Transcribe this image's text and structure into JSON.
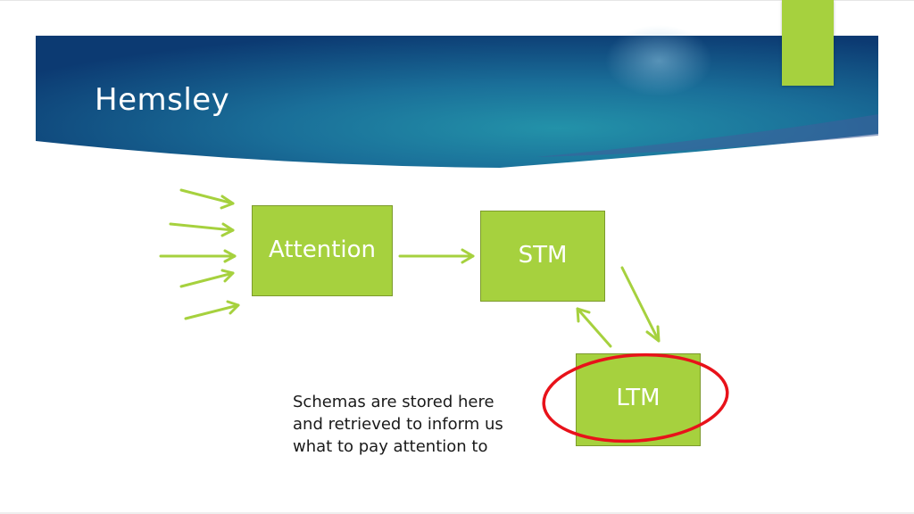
{
  "slide": {
    "title": "Hemsley",
    "colors": {
      "banner_dark": "#0d3f75",
      "banner_light": "#1f86a3",
      "accent_green": "#a6d13e",
      "highlight_red": "#e8121a"
    }
  },
  "diagram": {
    "nodes": {
      "attention": "Attention",
      "stm": "STM",
      "ltm": "LTM"
    },
    "note": "Schemas are stored here and retrieved to inform us what to pay attention to",
    "highlighted_node": "LTM"
  }
}
